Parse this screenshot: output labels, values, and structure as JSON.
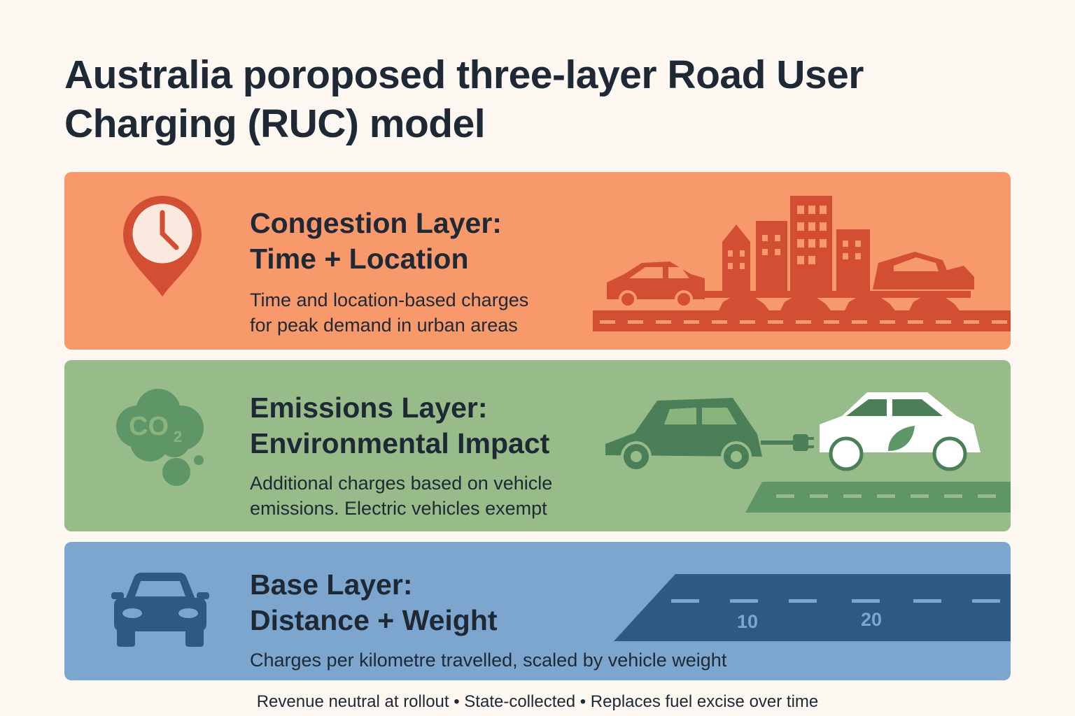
{
  "title": "Australia poroposed three-layer Road User Charging (RUC) model",
  "colors": {
    "background": "#fcf7f1",
    "congestion_panel": "#f7996b",
    "congestion_accent": "#d24f34",
    "emissions_panel": "#97bb89",
    "emissions_accent": "#4a7f57",
    "base_panel": "#7ca6cd",
    "base_accent": "#2c5a80",
    "text": "#1e2935"
  },
  "layers": [
    {
      "heading_line1": "Congestion Layer:",
      "heading_line2": "Time + Location",
      "description_line1": "Time and location-based charges",
      "description_line2": "for peak demand in urban areas",
      "icon": "clock-location-pin-icon",
      "illustration": "city-traffic-illustration"
    },
    {
      "heading_line1": "Emissions Layer:",
      "heading_line2": "Environmental Impact",
      "description_line1": "Additional charges based on vehicle",
      "description_line2": "emissions. Electric vehicles exempt",
      "icon": "co2-cloud-icon",
      "icon_text": "CO",
      "icon_subscript": "2",
      "illustration": "electric-car-plug-illustration"
    },
    {
      "heading_line1": "Base Layer:",
      "heading_line2": "Distance + Weight",
      "description_line1": "Charges per kilometre travelled, scaled by vehicle weight",
      "icon": "car-front-icon",
      "illustration": "road-distance-illustration",
      "road_markers": [
        "10",
        "20"
      ]
    }
  ],
  "footer": "Revenue neutral at rollout • State-collected • Replaces fuel excise over time"
}
